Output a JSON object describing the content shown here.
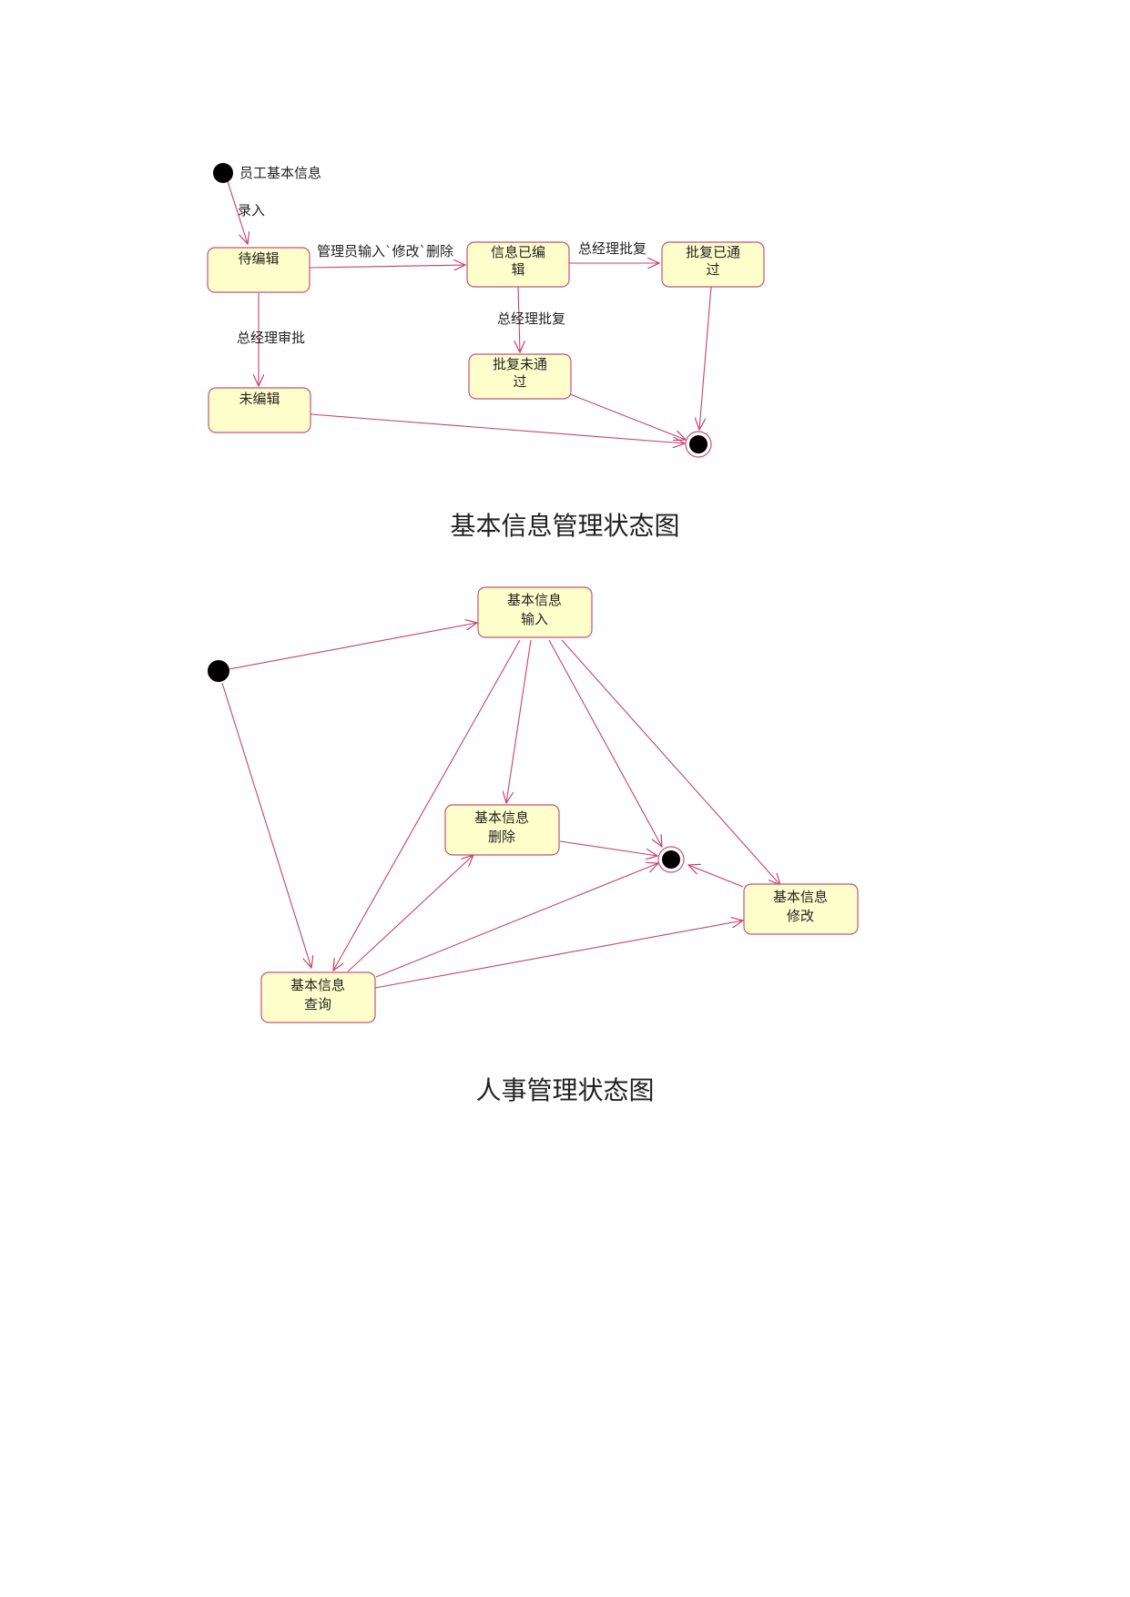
{
  "diagram1": {
    "start_label": "员工基本信息",
    "states": {
      "pending_edit": [
        "待编辑"
      ],
      "not_edited": [
        "未编辑"
      ],
      "info_edited": [
        "信息已编",
        "辑"
      ],
      "approved": [
        "批复已通",
        "过"
      ],
      "rejected": [
        "批复未通",
        "过"
      ]
    },
    "edge_labels": {
      "enter": "录入",
      "admin_ops": "管理员输入`修改`删除",
      "gm_review": "总经理审批",
      "gm_reply_approved": "总经理批复",
      "gm_reply_rejected": "总经理批复"
    },
    "caption": "基本信息管理状态图"
  },
  "diagram2": {
    "states": {
      "input": [
        "基本信息",
        "输入"
      ],
      "delete": [
        "基本信息",
        "删除"
      ],
      "modify": [
        "基本信息",
        "修改"
      ],
      "query": [
        "基本信息",
        "查询"
      ]
    },
    "caption": "人事管理状态图"
  },
  "colors": {
    "state_fill": "#ffffcc",
    "state_stroke": "#c8507a",
    "edge": "#c8416e",
    "node": "#000000"
  }
}
